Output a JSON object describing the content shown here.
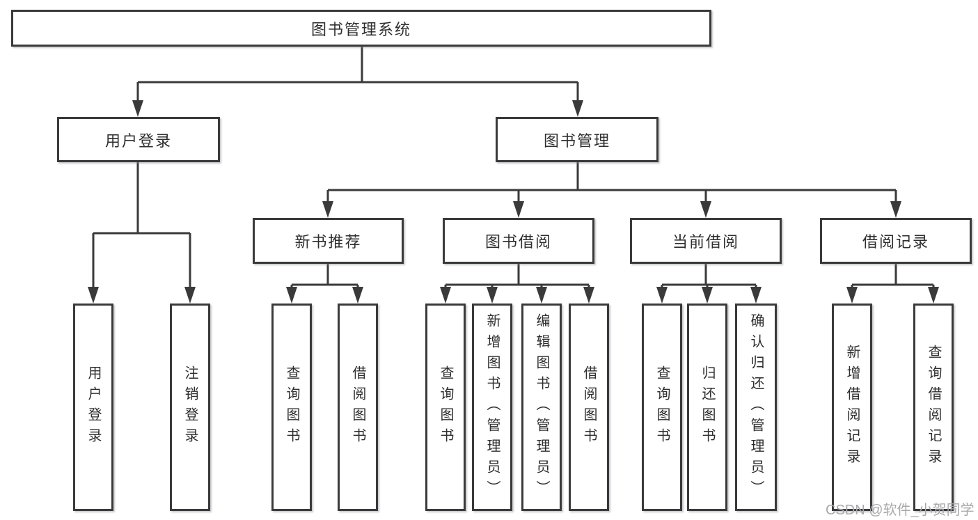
{
  "diagram": {
    "root": {
      "label": "图书管理系统"
    },
    "level2": [
      {
        "label": "用户登录",
        "children": [
          {
            "label": "用户登录"
          },
          {
            "label": "注销登录"
          }
        ]
      },
      {
        "label": "图书管理",
        "children": [
          {
            "label": "新书推荐",
            "children": [
              {
                "label": "查询图书"
              },
              {
                "label": "借阅图书"
              }
            ]
          },
          {
            "label": "图书借阅",
            "children": [
              {
                "label": "查询图书"
              },
              {
                "label": "新增图书（管理员）"
              },
              {
                "label": "编辑图书（管理员）"
              },
              {
                "label": "借阅图书"
              }
            ]
          },
          {
            "label": "当前借阅",
            "children": [
              {
                "label": "查询图书"
              },
              {
                "label": "归还图书"
              },
              {
                "label": "确认归还（管理员）"
              }
            ]
          },
          {
            "label": "借阅记录",
            "children": [
              {
                "label": "新增借阅记录"
              },
              {
                "label": "查询借阅记录"
              }
            ]
          }
        ]
      }
    ]
  },
  "watermark": {
    "text": "CSDN @软件_小贺同学"
  },
  "colors": {
    "line": "#3a3a3a",
    "text": "#2e2e2e",
    "watermark": "#a9a9ab",
    "background": "#ffffff"
  }
}
